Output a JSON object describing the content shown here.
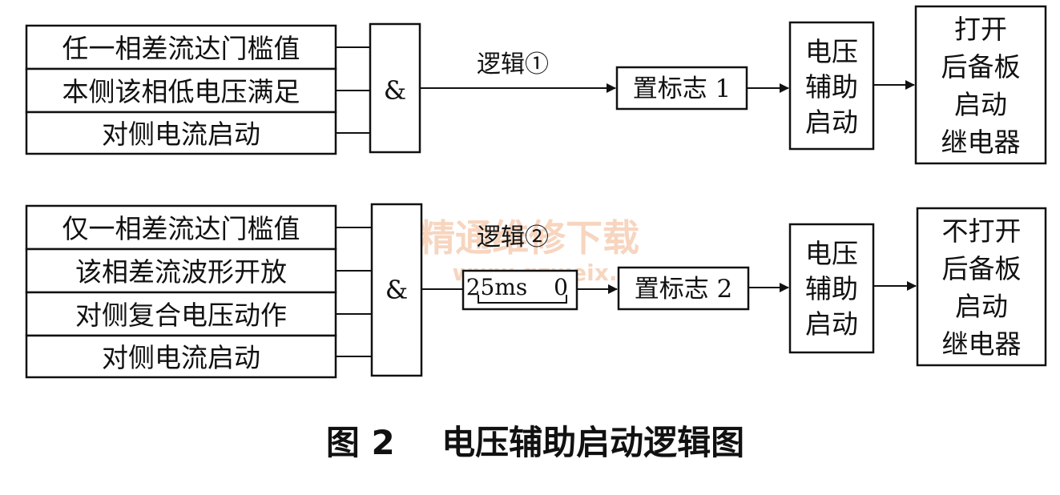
{
  "diagram": {
    "logic1": {
      "conditions": [
        "任一相差流达门槛值",
        "本侧该相低电压满足",
        "对侧电流启动"
      ],
      "gate": "&",
      "label": "逻辑①",
      "flag": "置标志 1",
      "assist": [
        "电压",
        "辅助",
        "启动"
      ],
      "result": [
        "打开",
        "后备板",
        "启动",
        "继电器"
      ]
    },
    "logic2": {
      "conditions": [
        "仅一相差流达门槛值",
        "该相差流波形开放",
        "对侧复合电压动作",
        "对侧电流启动"
      ],
      "gate": "&",
      "label": "逻辑②",
      "timer": {
        "on": "25ms",
        "off": "0"
      },
      "flag": "置标志 2",
      "assist": [
        "电压",
        "辅助",
        "启动"
      ],
      "result": [
        "不打开",
        "后备板",
        "启动",
        "继电器"
      ]
    },
    "caption": "图 2    电压辅助启动逻辑图",
    "watermark": {
      "line1": "精通维修下载",
      "line2": "www.gzweix.com"
    }
  }
}
